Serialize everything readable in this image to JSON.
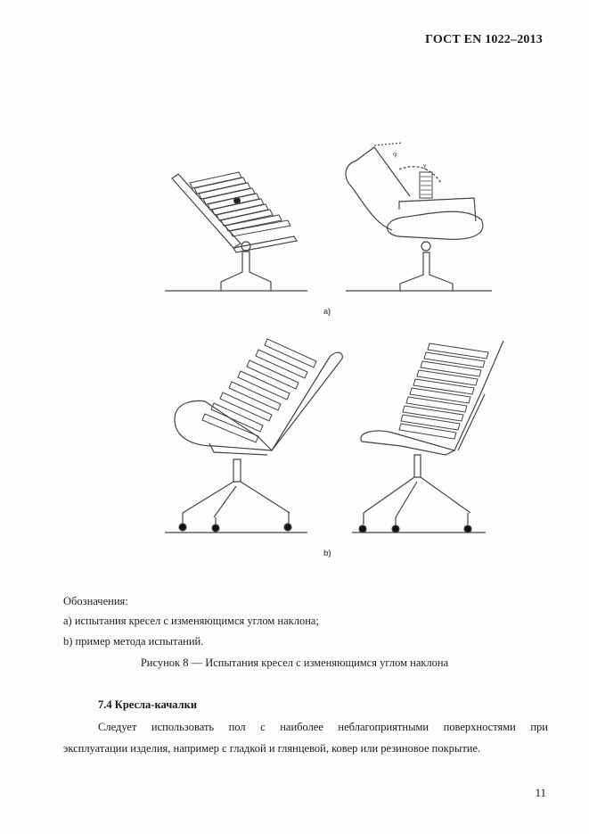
{
  "header": {
    "standard": "ГОСТ EN 1022–2013"
  },
  "figure": {
    "panel_a_label": "a)",
    "panel_b_label": "b)",
    "legend_title": "Обозначения:",
    "legend_items": [
      "a) испытания кресел с изменяющимся углом наклона;",
      "b) пример метода испытаний."
    ],
    "caption": "Рисунок 8 — Испытания кресел с изменяющимся углом наклона"
  },
  "section": {
    "title": "7.4 Кресла-качалки",
    "paragraph_line1": "Следует использовать пол с наиболее неблагоприятными поверхностями при",
    "paragraph_line2": "эксплуатации изделия, например с гладкой и глянцевой, ковер или резиновое покрытие."
  },
  "footer": {
    "page_number": "11"
  }
}
